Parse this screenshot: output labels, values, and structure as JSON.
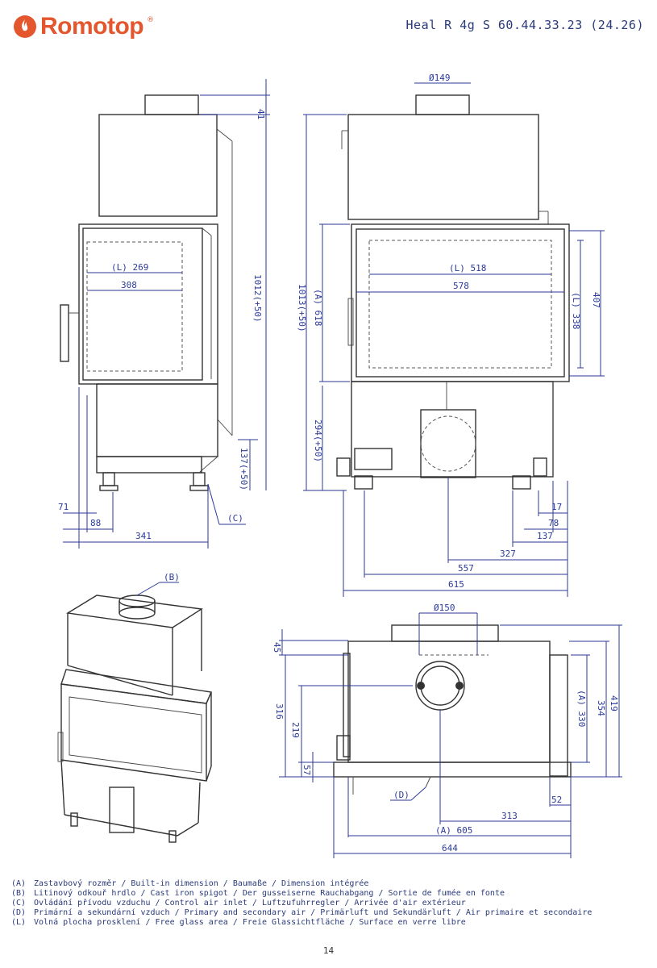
{
  "header": {
    "brand": "Romotop",
    "reg_mark": "®",
    "model": "Heal R 4g S 60.44.33.23 (24.26)"
  },
  "dimensions": {
    "side": {
      "inner_width": "(L) 269",
      "glass_width": "308",
      "height": "1012(+50)",
      "top_extra": "41",
      "base_height": "137(+50)",
      "bottom_a": "71",
      "bottom_b": "88",
      "depth": "341",
      "outlet_label": "(C)"
    },
    "front": {
      "flue": "Ø149",
      "inner_width": "(L) 518",
      "glass_width": "578",
      "total_height": "1013(+50)",
      "door_height": "(A) 618",
      "inner_height": "(L) 338",
      "glass_height": "407",
      "base": "294(+50)",
      "dim_17": "17",
      "dim_78": "78",
      "dim_137": "137",
      "dim_327": "327",
      "dim_557": "557",
      "dim_615": "615"
    },
    "iso": {
      "label": "(B)"
    },
    "top": {
      "flue": "Ø150",
      "dim_45": "45",
      "dim_316": "316",
      "dim_219": "219",
      "dim_57": "57",
      "inner_depth": "(A) 330",
      "depth_354": "354",
      "depth_419": "419",
      "outlet_label": "(D)",
      "dim_52": "52",
      "dim_313": "313",
      "width_a": "(A) 605",
      "width_total": "644"
    }
  },
  "legend": [
    {
      "code": "(A)",
      "text": "Zastavbový rozměr / Built-in dimension / Baumaße / Dimension intégrée"
    },
    {
      "code": "(B)",
      "text": "Litinový odkouř hrdlo / Cast iron spigot / Der gusseiserne Rauchabgang / Sortie de fumée en fonte"
    },
    {
      "code": "(C)",
      "text": "Ovládání přívodu vzduchu / Control air inlet / Luftzufuhrregler / Arrivée d'air extérieur"
    },
    {
      "code": "(D)",
      "text": "Primární a sekundární vzduch / Primary and secondary air / Primärluft und Sekundärluft / Air primaire et secondaire"
    },
    {
      "code": "(L)",
      "text": "Volná plocha prosklení / Free glass area / Freie Glassichtfläche / Surface en verre libre"
    }
  ],
  "footer": {
    "page_number": "14"
  },
  "colors": {
    "brand": "#e4572e",
    "dimension": "#2b3a9a",
    "drawing": "#333333"
  }
}
